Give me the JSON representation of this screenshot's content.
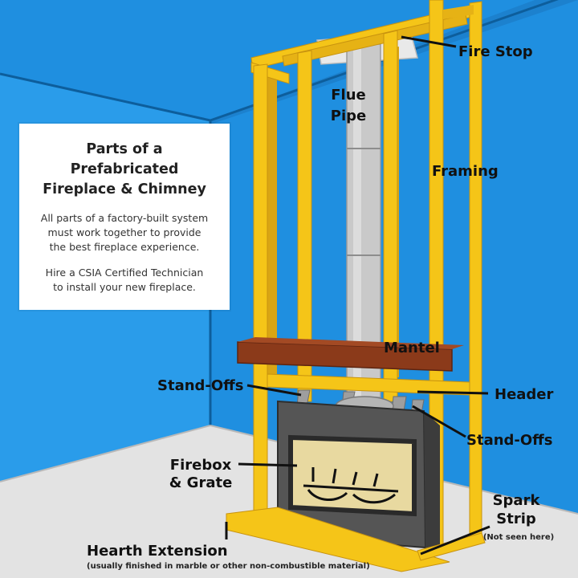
{
  "info_card": {
    "title_lines": [
      "Parts of a Prefabricated",
      "Fireplace & Chimney"
    ],
    "paragraph1_lines": [
      "All parts of a factory-built system",
      "must work together to provide",
      "the best fireplace experience."
    ],
    "paragraph2_lines": [
      "Hire a CSIA Certified Technician",
      "to install your new fireplace."
    ]
  },
  "labels": {
    "fire_stop": "Fire Stop",
    "flue_pipe_line1": "Flue",
    "flue_pipe_line2": "Pipe",
    "framing": "Framing",
    "mantel": "Mantel",
    "stand_offs_left": "Stand-Offs",
    "header": "Header",
    "stand_offs_right": "Stand-Offs",
    "firebox_line1": "Firebox",
    "firebox_line2": "& Grate",
    "spark_strip_line1": "Spark",
    "spark_strip_line2": "Strip",
    "spark_strip_note": "(Not seen here)",
    "hearth_extension": "Hearth Extension",
    "hearth_note": "(usually finished in marble or other non-combustible material)"
  },
  "colors": {
    "wall": "#1f8fe0",
    "wall_dark": "#1a78c2",
    "floor": "#e3e3e3",
    "framing": "#f5c518",
    "framing_dark": "#d9a514",
    "mantel": "#8b3a1a",
    "flue": "#c9c9c9",
    "firebox": "#555555",
    "glass": "#e8d9a0"
  }
}
